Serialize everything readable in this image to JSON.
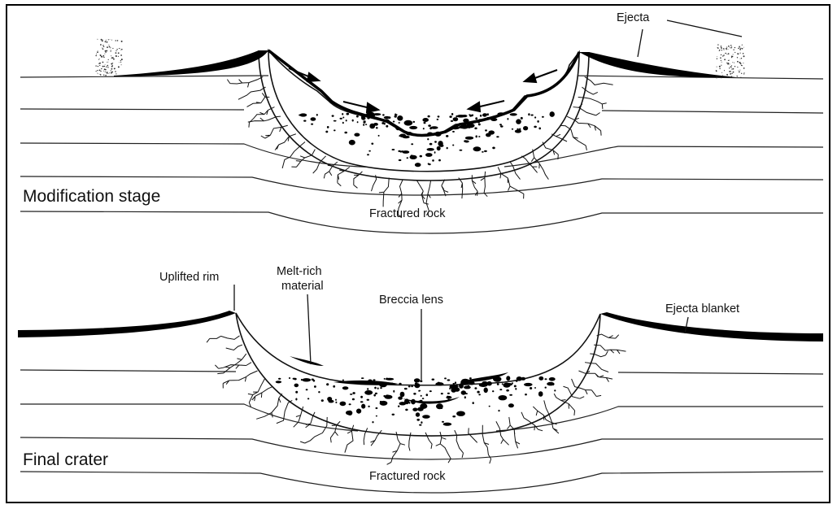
{
  "panels": {
    "modification": {
      "stage_label": "Modification stage",
      "ejecta_label": "Ejecta",
      "fractured_rock_label": "Fractured rock"
    },
    "final": {
      "stage_label": "Final crater",
      "uplifted_rim_label": "Uplifted rim",
      "melt_rich_label_line1": "Melt-rich",
      "melt_rich_label_line2": "material",
      "breccia_lens_label": "Breccia lens",
      "ejecta_blanket_label": "Ejecta blanket",
      "fractured_rock_label": "Fractured rock"
    }
  },
  "colors": {
    "ink": "#111111",
    "background": "#ffffff",
    "frame": "#000000"
  }
}
